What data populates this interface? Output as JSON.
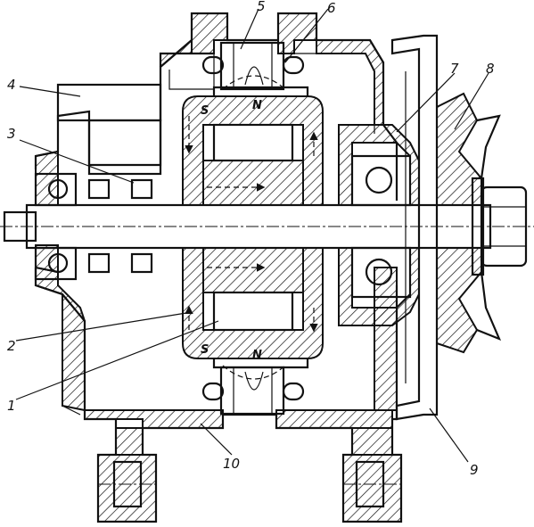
{
  "callouts": [
    {
      "id": "1",
      "text": "1"
    },
    {
      "id": "2",
      "text": "2"
    },
    {
      "id": "3",
      "text": "3"
    },
    {
      "id": "4",
      "text": "4"
    },
    {
      "id": "5",
      "text": "5"
    },
    {
      "id": "6",
      "text": "6"
    },
    {
      "id": "7",
      "text": "7"
    },
    {
      "id": "8",
      "text": "8"
    },
    {
      "id": "9",
      "text": "9"
    },
    {
      "id": "10",
      "text": "10"
    }
  ],
  "poles": {
    "top_s": "S",
    "top_n": "N",
    "bottom_s": "S",
    "bottom_n": "N"
  },
  "colors": {
    "ink": "#111111",
    "paper": "#ffffff"
  }
}
